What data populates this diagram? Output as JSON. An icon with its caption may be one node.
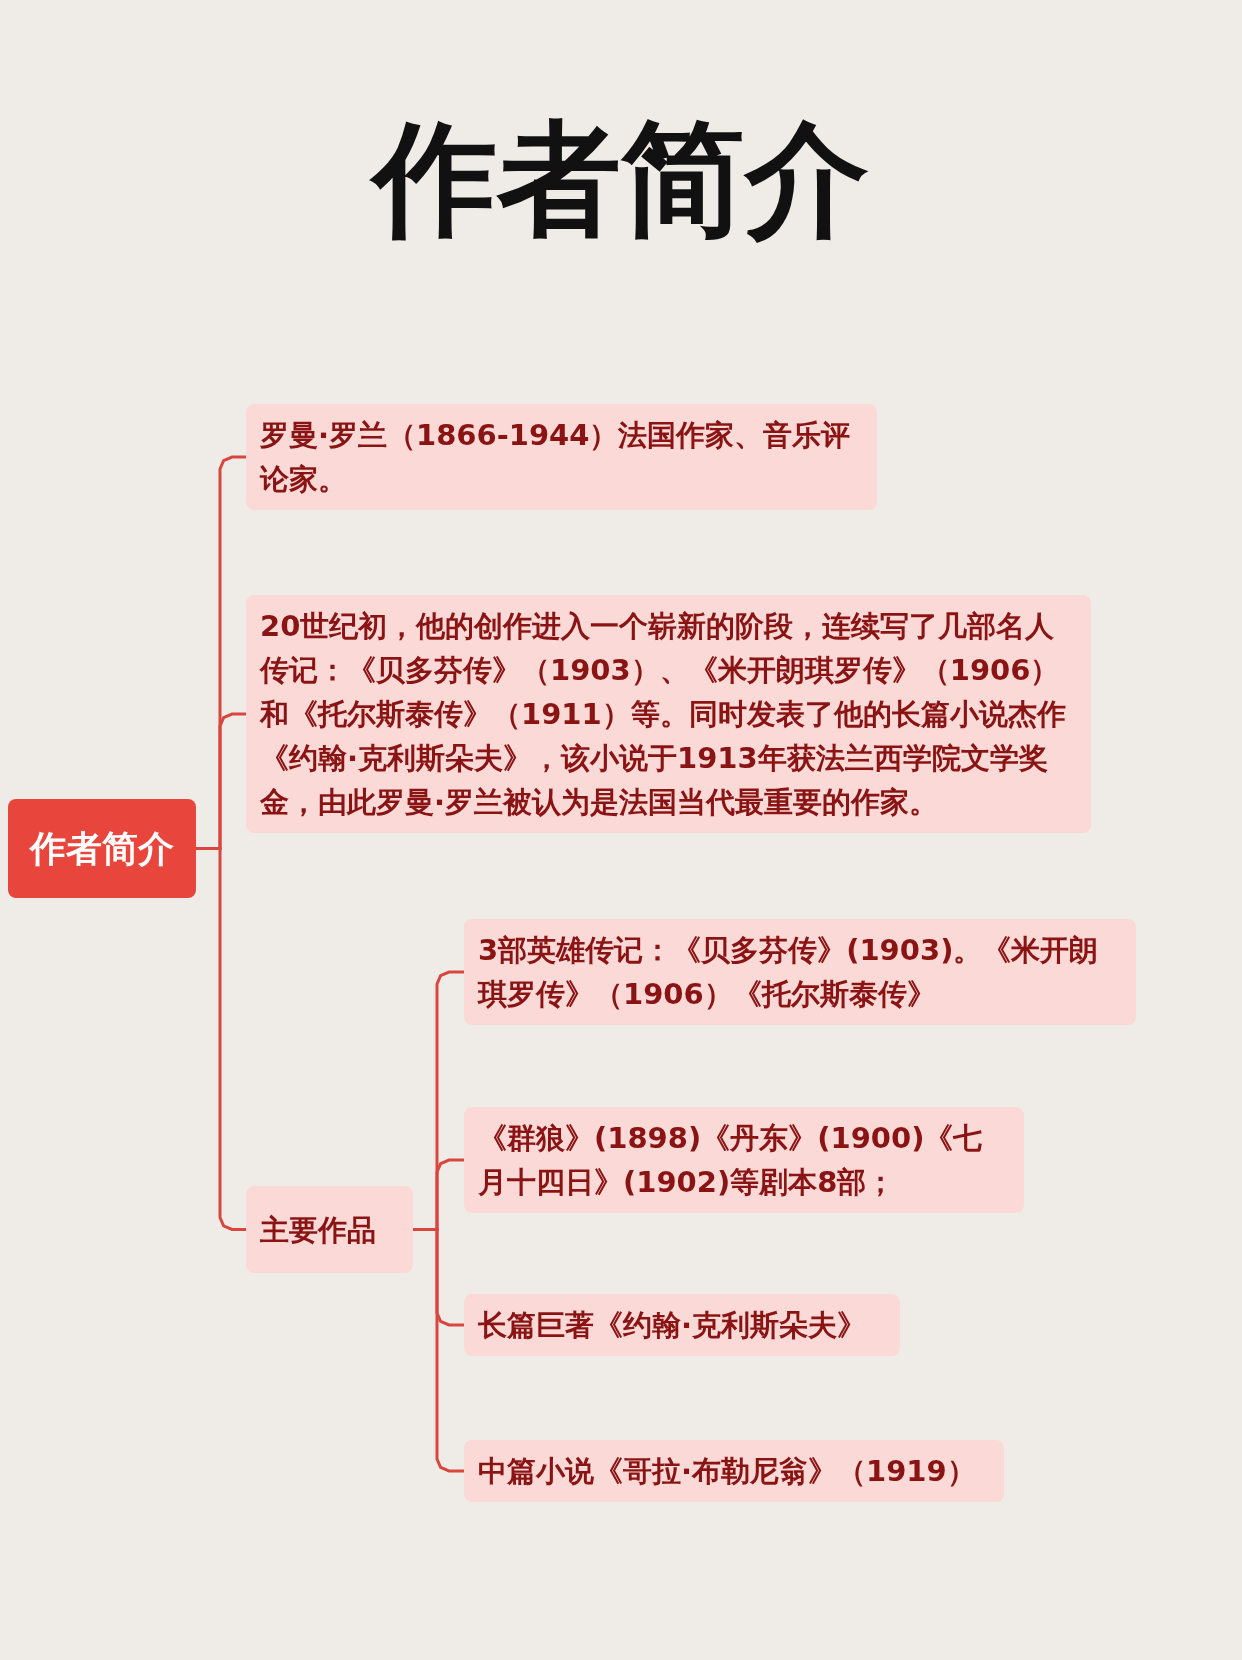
{
  "diagram": {
    "title": "作者简介",
    "nodes": [
      {
        "text": [
          "作者简介"
        ]
      },
      {
        "text": [
          "罗曼·罗兰（1866-1944）法国作家、音乐评论家。"
        ]
      },
      {
        "text": [
          "20世纪初，他的创作进入一个崭新的阶段，连续写了几部名人传记：《贝多芬传》（1903）、《米开朗琪罗传》（1906）和《托尔斯泰传》（1911）等。同时发表了他的长篇小说杰作《约翰·克利斯朵夫》，该小说于1913年获法兰西学院文学奖金，由此罗曼·罗兰被认为是法国当代最重要的作家。"
        ]
      },
      {
        "text": [
          "主要作品"
        ]
      },
      {
        "text": [
          "3部英雄传记：《贝多芬传》(1903)。《米开朗琪罗传》（1906）《托尔斯泰传》"
        ]
      },
      {
        "text": [
          "《群狼》(1898)《丹东》(1900)《七月十四日》(1902)等剧本8部；"
        ]
      },
      {
        "text": [
          "长篇巨著《约翰·克利斯朵夫》"
        ]
      },
      {
        "text": [
          "中篇小说《哥拉·布勒尼翁》（1919）"
        ]
      }
    ],
    "edges": [
      {
        "from": 0,
        "to": 1,
        "arrow": "none"
      },
      {
        "from": 0,
        "to": 2,
        "arrow": "none"
      },
      {
        "from": 0,
        "to": 3,
        "arrow": "none"
      },
      {
        "from": 3,
        "to": 4,
        "arrow": "none"
      },
      {
        "from": 3,
        "to": 5,
        "arrow": "none"
      },
      {
        "from": 3,
        "to": 6,
        "arrow": "none"
      },
      {
        "from": 3,
        "to": 7,
        "arrow": "none"
      }
    ]
  }
}
